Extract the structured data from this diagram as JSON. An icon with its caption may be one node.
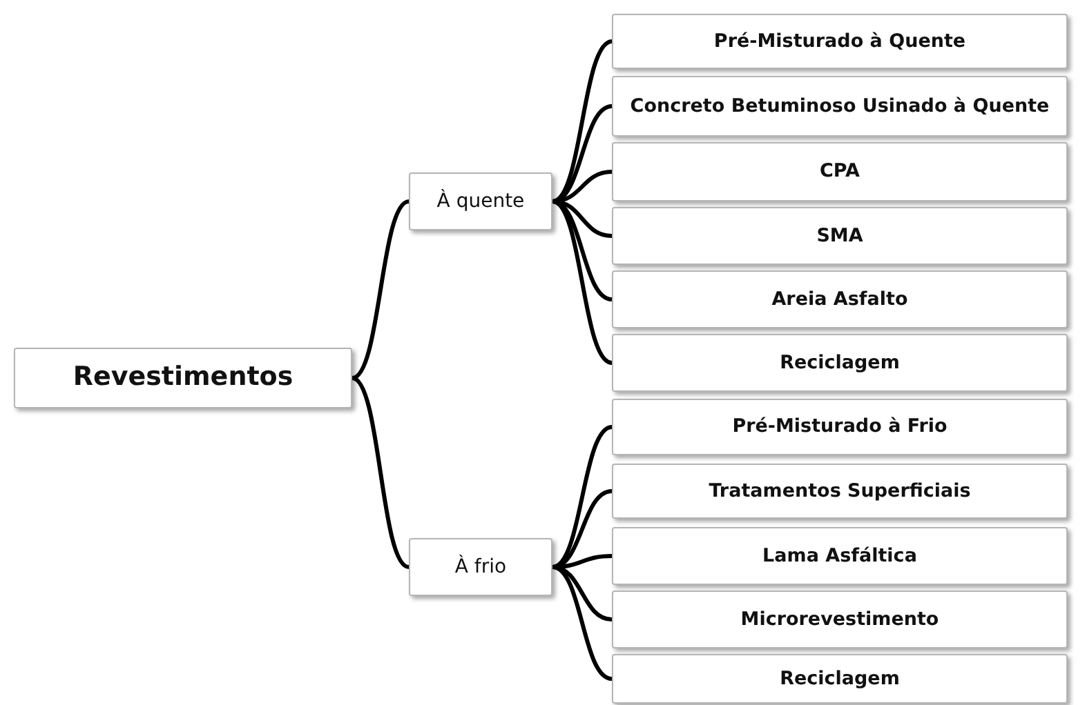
{
  "diagram": {
    "nodes": [
      {
        "text": [
          "Revestimentos"
        ]
      },
      {
        "text": [
          "À quente"
        ]
      },
      {
        "text": [
          "Pré-Misturado à Quente"
        ]
      },
      {
        "text": [
          "Concreto Betuminoso Usinado à Quente"
        ]
      },
      {
        "text": [
          "CPA"
        ]
      },
      {
        "text": [
          "SMA"
        ]
      },
      {
        "text": [
          "Areia Asfalto"
        ]
      },
      {
        "text": [
          "Reciclagem"
        ]
      },
      {
        "text": [
          "À frio"
        ]
      },
      {
        "text": [
          "Pré-Misturado à Frio"
        ]
      },
      {
        "text": [
          "Tratamentos Superficiais"
        ]
      },
      {
        "text": [
          "Lama Asfáltica"
        ]
      },
      {
        "text": [
          "Microrevestimento"
        ]
      },
      {
        "text": [
          "Reciclagem"
        ]
      }
    ],
    "edges": [
      {
        "from": 0,
        "to": 1,
        "arrow": "none"
      },
      {
        "from": 0,
        "to": 8,
        "arrow": "none"
      },
      {
        "from": 1,
        "to": 2,
        "arrow": "none"
      },
      {
        "from": 1,
        "to": 3,
        "arrow": "none"
      },
      {
        "from": 1,
        "to": 4,
        "arrow": "none"
      },
      {
        "from": 1,
        "to": 5,
        "arrow": "none"
      },
      {
        "from": 1,
        "to": 6,
        "arrow": "none"
      },
      {
        "from": 1,
        "to": 7,
        "arrow": "none"
      },
      {
        "from": 8,
        "to": 9,
        "arrow": "none"
      },
      {
        "from": 8,
        "to": 10,
        "arrow": "none"
      },
      {
        "from": 8,
        "to": 11,
        "arrow": "none"
      },
      {
        "from": 8,
        "to": 12,
        "arrow": "none"
      },
      {
        "from": 8,
        "to": 13,
        "arrow": "none"
      }
    ]
  }
}
